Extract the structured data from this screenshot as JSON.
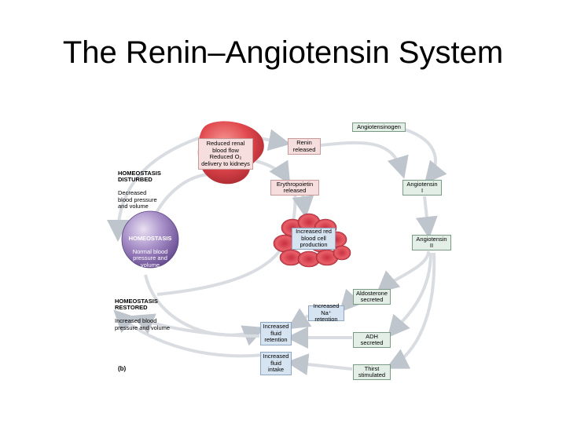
{
  "slide": {
    "title": "The Renin–Angiotensin System"
  },
  "diagram": {
    "homeostasis_disturbed": {
      "heading": "HOMEOSTASIS\nDISTURBED",
      "text": "Decreased\nblood pressure\nand volume"
    },
    "homeostasis": {
      "heading": "HOMEOSTASIS",
      "text": "Normal blood\npressure and\nvolume"
    },
    "homeostasis_restored": {
      "heading": "HOMEOSTASIS\nRESTORED",
      "text": "Increased blood\npressure and volume"
    },
    "kidney_label": "Reduced renal\nblood flow\nReduced O₂\ndelivery to kidneys",
    "renin": "Renin\nreleased",
    "erythropoietin": "Erythropoietin\nreleased",
    "rbc_production": "Increased red\nblood cell\nproduction",
    "angiotensinogen": "Angiotensinogen",
    "angiotensin_1": "Angiotensin\nI",
    "angiotensin_2": "Angiotensin\nII",
    "aldosterone": "Aldosterone\nsecreted",
    "na_retention": "Increased\nNa⁺ retention",
    "fluid_retention": "Increased\nfluid\nretention",
    "adh": "ADH\nsecreted",
    "fluid_intake": "Increased\nfluid\nintake",
    "thirst": "Thirst\nstimulated",
    "panel_label": "(b)"
  },
  "colors": {
    "green_box": "#e3efe6",
    "pink_box": "#f7dede",
    "blue_box": "#d6e3f1",
    "kidney": "#e0474c",
    "sphere": "#8c70b0",
    "rbc": "#e0505a",
    "arrow": "#d9dde2"
  }
}
